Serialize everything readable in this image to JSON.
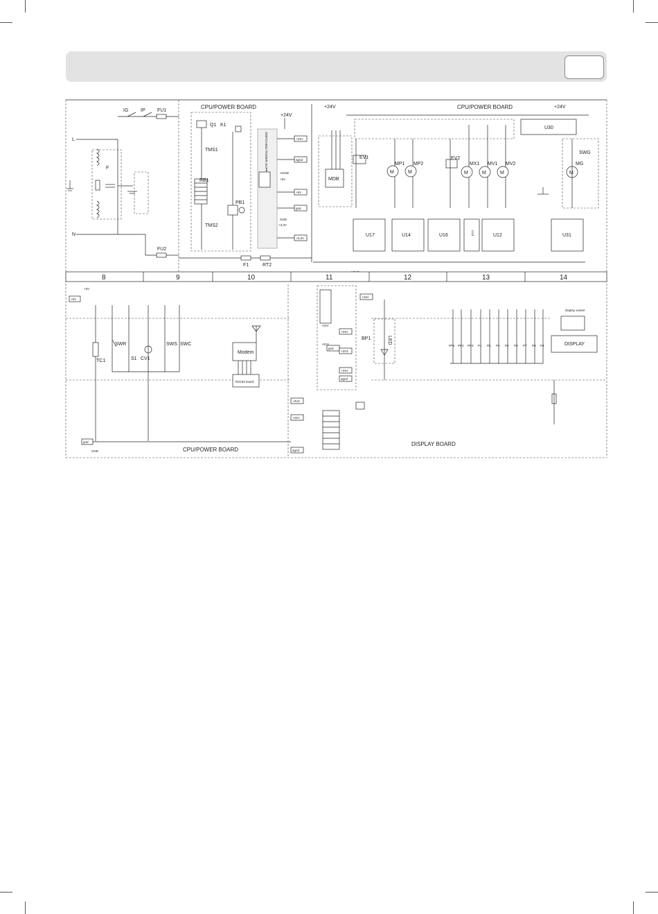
{
  "sections": [
    "8",
    "9",
    "10",
    "11",
    "12",
    "13",
    "14"
  ],
  "boards": {
    "cpu_power_a": "CPU/POWER BOARD",
    "cpu_power_b": "CPU/POWER BOARD",
    "cpu_power_c": "CPU/POWER BOARD",
    "display": "DISPLAY BOARD"
  },
  "power_supply": "SWITCHING POWER SUPPLY",
  "mains": {
    "line": "L",
    "neutral": "N",
    "filter": "F"
  },
  "top_components": {
    "ig": "IG",
    "ip": "IP",
    "fu1": "FU1",
    "fu2": "FU2",
    "q1": "Q1",
    "k1": "K1",
    "tms1": "TMS1",
    "tms2": "TMS2",
    "rb1": "RB1",
    "pb1": "PB1",
    "f1": "F1",
    "rt2": "RT2",
    "mdb": "MDB",
    "ev1": "EV1",
    "ev2": "EV2",
    "mp1": "MP1",
    "mp2": "MP2",
    "mx1": "MX1",
    "mv1": "MV1",
    "mv2": "MV2",
    "mg": "MG",
    "swg": "SWG",
    "u30": "U30",
    "motor_symbol": "M"
  },
  "drivers": [
    "U17",
    "U14",
    "U16",
    "U13",
    "U12",
    "U31"
  ],
  "rails": {
    "v24": "+24V",
    "v24b": "+24V",
    "v24c": "+24V",
    "v24d": "+24V",
    "v5": "+5V",
    "v5b": "+5V",
    "v33": "+3,3V",
    "v33b": "+3V3",
    "agnd": "AGND",
    "agnd_bottom": "AGND",
    "gnd": "GND",
    "gnd_bottom": "GND"
  },
  "flags": {
    "f24v": "+24V",
    "agnd": "agnd",
    "f5v": "+5V",
    "gnd": "gnd",
    "f33v": "+3,3V",
    "b5v": "+5V",
    "b3v3": "+3V3",
    "b24v": "+24V",
    "bagnd": "agnd",
    "bgnd": "gnd",
    "m24v": "+24V",
    "mgnd": "gnd",
    "m3v3": "+3V3",
    "m24b": "+24V",
    "magnd": "agnd",
    "d24v": "+24V"
  },
  "bottom_components": {
    "tc1": "TC1",
    "swr": "SWR",
    "s1": "S1",
    "cv1": "CV1",
    "sws": "SWS",
    "swc": "SWC",
    "modem": "Modem",
    "rs232": "RS232 board",
    "bp1": "BP1",
    "led": "LED",
    "display": "DISPLAY",
    "display_socket": "display socket"
  },
  "buttons": [
    "PP1",
    "PP2",
    "PP3",
    "P1",
    "P5",
    "P2",
    "P6",
    "P3",
    "P7",
    "P8",
    "P4"
  ]
}
